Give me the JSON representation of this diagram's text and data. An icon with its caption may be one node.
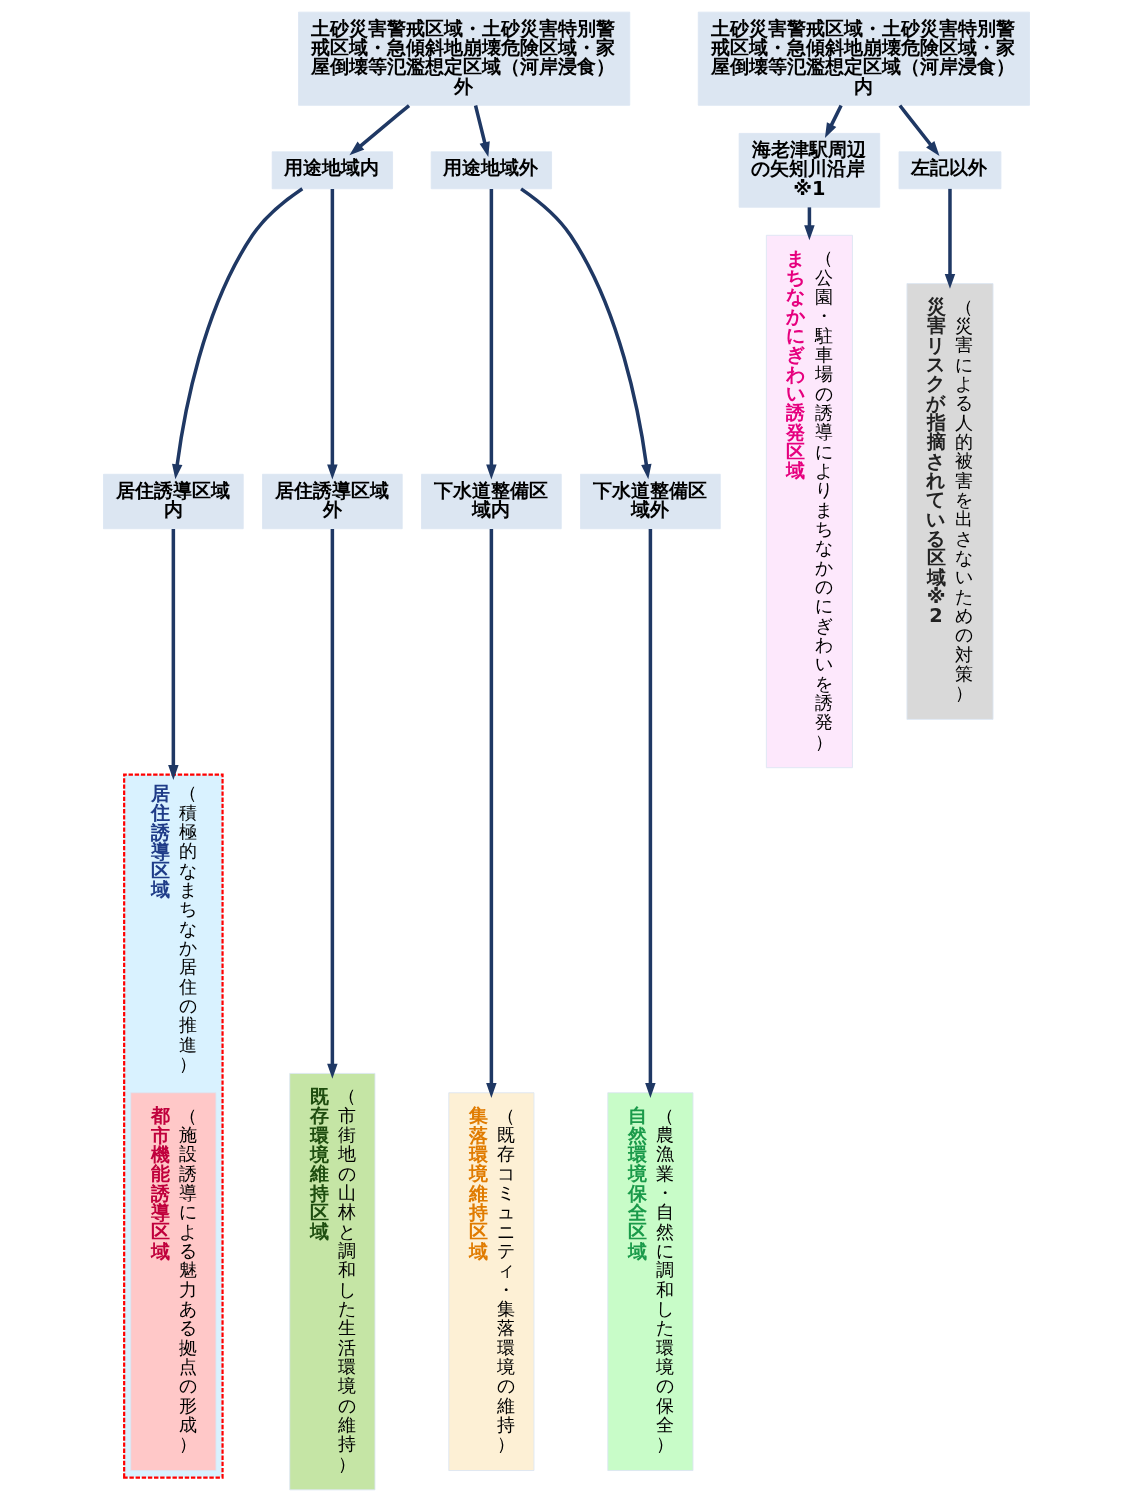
{
  "diagram": {
    "nodes": [
      {
        "text": [
          "土砂災害警戒区域・土砂災害特別警戒区域・急傾斜地崩壊危険区域・家屋倒壊等氾濫想定区域（河岸浸食）外"
        ]
      },
      {
        "text": [
          "土砂災害警戒区域・土砂災害特別警戒区域・急傾斜地崩壊危険区域・家屋倒壊等氾濫想定区域（河岸浸食）内"
        ]
      },
      {
        "text": [
          "用途地域内"
        ]
      },
      {
        "text": [
          "用途地域外"
        ]
      },
      {
        "text": [
          "海老津駅周辺の矢矧川沿岸※1"
        ]
      },
      {
        "text": [
          "左記以外"
        ]
      },
      {
        "text": [
          "居住誘導区域内"
        ]
      },
      {
        "text": [
          "居住誘導区域外"
        ]
      },
      {
        "text": [
          "下水道整備区域内"
        ]
      },
      {
        "text": [
          "下水道整備区域外"
        ]
      },
      {
        "text": [
          "居住誘導区域",
          "（積極的なまちなか居住の推進）"
        ]
      },
      {
        "text": [
          "都市機能誘導区域",
          "（施設誘導による魅力ある拠点の形成）"
        ],
        "in": 10
      },
      {
        "text": [
          "既存環境維持区域",
          "（市街地の山林と調和した生活環境の維持）"
        ]
      },
      {
        "text": [
          "集落環境維持区域",
          "（既存コミュニティ・集落環境の維持）"
        ]
      },
      {
        "text": [
          "自然環境保全区域",
          "（農漁業・自然に調和した環境の保全）"
        ]
      },
      {
        "text": [
          "まちなかにぎわい誘発区域",
          "（公園・駐車場の誘導によりまちなかのにぎわいを誘発）"
        ]
      },
      {
        "text": [
          "災害リスクが指摘されている区域※2",
          "（災害による人的被害を出さないための対策）"
        ]
      }
    ],
    "edges": [
      {
        "from": 0,
        "to": 2,
        "arrow": "to"
      },
      {
        "from": 0,
        "to": 3,
        "arrow": "to"
      },
      {
        "from": 1,
        "to": 4,
        "arrow": "to"
      },
      {
        "from": 1,
        "to": 5,
        "arrow": "to"
      },
      {
        "from": 2,
        "to": 6,
        "arrow": "to"
      },
      {
        "from": 2,
        "to": 7,
        "arrow": "to"
      },
      {
        "from": 3,
        "to": 8,
        "arrow": "to"
      },
      {
        "from": 3,
        "to": 9,
        "arrow": "to"
      },
      {
        "from": 6,
        "to": 10,
        "arrow": "to"
      },
      {
        "from": 7,
        "to": 12,
        "arrow": "to"
      },
      {
        "from": 8,
        "to": 13,
        "arrow": "to"
      },
      {
        "from": 9,
        "to": 14,
        "arrow": "to"
      },
      {
        "from": 4,
        "to": 15,
        "arrow": "to"
      },
      {
        "from": 5,
        "to": 16,
        "arrow": "to"
      }
    ]
  }
}
